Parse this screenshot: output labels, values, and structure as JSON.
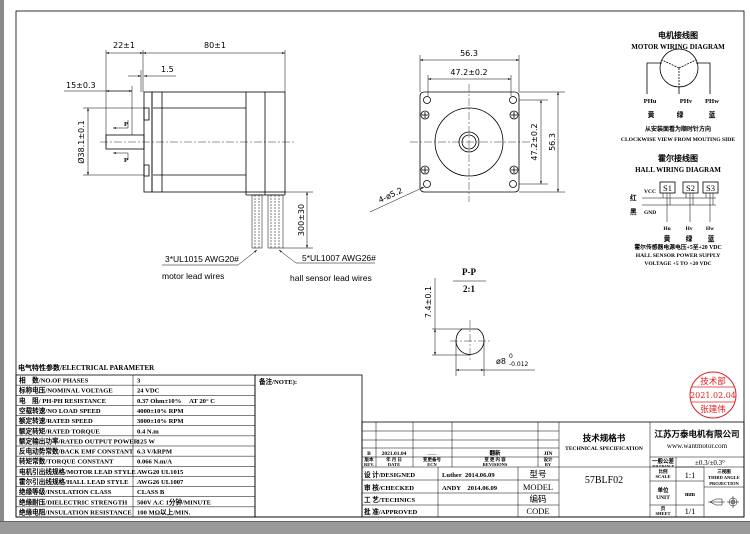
{
  "side_view": {
    "dim_shaft_length": "22±1",
    "dim_body_length": "80±1",
    "dim_flange": "1.5",
    "dim_flat_length": "15±0.3",
    "dim_pilot_dia": "Ø38.1±0.1",
    "dim_lead_length": "300±30",
    "section_mark": "P",
    "motor_lead_spec": "3*UL1015 AWG20#",
    "motor_lead_label": "motor lead wires",
    "hall_lead_spec": "5*UL1007 AWG26#",
    "hall_lead_label": "hall sensor lead wires"
  },
  "front_view": {
    "dim_width": "56.3",
    "dim_hole_spacing": "47.2±0.2",
    "dim_hole_spacing_v": "47.2±0.2",
    "dim_height": "56.3",
    "dim_holes": "4-ø5.2"
  },
  "section": {
    "title": "P-P",
    "scale": "2:1",
    "dim_flat": "7.4±0.1",
    "dim_dia": "ø8",
    "dim_dia_tol_upper": "0",
    "dim_dia_tol_lower": "-0.012"
  },
  "motor_wiring": {
    "title_cn": "电机接线图",
    "title_en": "MOTOR WIRING DIAGRAM",
    "phases": [
      {
        "name": "PHu",
        "color": "黄"
      },
      {
        "name": "PHv",
        "color": "绿"
      },
      {
        "name": "PHw",
        "color": "蓝"
      }
    ],
    "note_cn": "从安装面看为顺时针方向",
    "note_en": "CLOCKWISE VIEW FROM MOUTING SIDE"
  },
  "hall_wiring": {
    "title_cn": "霍尔接线图",
    "title_en": "HALL WIRING DIAGRAM",
    "sensors": [
      "S1",
      "S2",
      "S3"
    ],
    "vcc": "VCC",
    "gnd": "GND",
    "vcc_color": "红",
    "gnd_color": "黑",
    "outputs": [
      {
        "name": "Hu",
        "color": "黄"
      },
      {
        "name": "Hv",
        "color": "绿"
      },
      {
        "name": "Hw",
        "color": "蓝"
      }
    ],
    "note_cn": "霍尔传感器电源电压+5至+20 VDC",
    "note_en1": "HALL SENSOR POWER SUPPLY",
    "note_en2": "VOLTAGE +5 TO +20 VDC"
  },
  "electrical": {
    "title": "电气特性参数/ELECTRICAL PARAMETER",
    "rows": [
      [
        "相　数/NO.OF PHASES",
        "3"
      ],
      [
        "标称电压/NOMINAL VOLTAGE",
        "24 VDC"
      ],
      [
        "电　阻/ PH-PH RESISTANCE",
        "0.37 Ohm±10%     AT 20° C"
      ],
      [
        "空载转速/NO LOAD SPEED",
        "4000±10% RPM"
      ],
      [
        "额定转速/RATED SPEED",
        "3000±10% RPM"
      ],
      [
        "额定转矩/RATED TORQUE",
        "0.4 N.m"
      ],
      [
        "额定输出功率/RATED OUTPUT POWER",
        "125 W"
      ],
      [
        "反电动势常数/BACK EMF CONSTANT",
        "6.3 V/kRPM"
      ],
      [
        "转矩常数/TORQUE CONSTANT",
        "0.066 N.m/A"
      ],
      [
        "电机引出线规格/MOTOR LEAD STYLE",
        "AWG20 UL1015"
      ],
      [
        "霍尔引出线规格/HALL LEAD STYLE",
        "AWG26 UL1007"
      ],
      [
        "绝缘等级/INSULATION CLASS",
        "CLASS B"
      ],
      [
        "绝缘耐压/DIELECTRIC STRENGTH",
        "500V A.C 1分钟/MINUTE"
      ],
      [
        "绝缘电阻/INSULATION RESISTANCE",
        "100 MΩ以上/MIN."
      ]
    ]
  },
  "notes": {
    "label": "备注/NOTE):"
  },
  "title_block": {
    "revision": {
      "rev": "B",
      "date": "2021.01.04",
      "ecn": "——",
      "content": "翻新",
      "by": "JIN"
    },
    "rev_headers": {
      "rev_cn": "版本",
      "rev_en": "REV.",
      "date_cn": "年 月 日",
      "date_en": "DATE",
      "ecn_cn": "变更备号",
      "ecn_en": "ECN",
      "content_cn": "变 更 内 容",
      "content_en": "REVISIONS",
      "by_cn": "设计",
      "by_en": "BY"
    },
    "designed_label": "设 计/DESIGNED",
    "designed_value": "Luther  2014.06.09",
    "checked_label": "审 核/CHECKED",
    "checked_value": "ANDY    2014.06.09",
    "technics_label": "工 艺/TECHNICS",
    "approved_label": "批 准/APPROVED",
    "model_cn": "型号",
    "model_en": "MODEL",
    "model_value": "57BLF02",
    "code_cn": "编码",
    "code_en": "CODE",
    "spec_cn": "技术规格书",
    "spec_en": "TECHNICAL SPECIFICATION",
    "company": "江苏万泰电机有限公司",
    "website": "www.wantmotor.com",
    "tolerance_cn": "一般公差",
    "tolerance_en": "TOLERANCE",
    "tolerance_value": "±0.3/±0.3°",
    "scale_cn": "比例",
    "scale_en": "SCALE",
    "scale_value": "1:1",
    "unit_cn": "单位",
    "unit_en": "UNIT",
    "unit_value": "mm",
    "sheet_cn": "页",
    "sheet_en": "SHEET",
    "sheet_value": "1/1",
    "projection_cn": "三视图",
    "projection_en1": "THIRD ANGLE",
    "projection_en2": "PROJECTION"
  },
  "stamp": {
    "dept": "技术部",
    "date": "2021.02.04",
    "name": "张建伟",
    "color": "#e02020"
  }
}
